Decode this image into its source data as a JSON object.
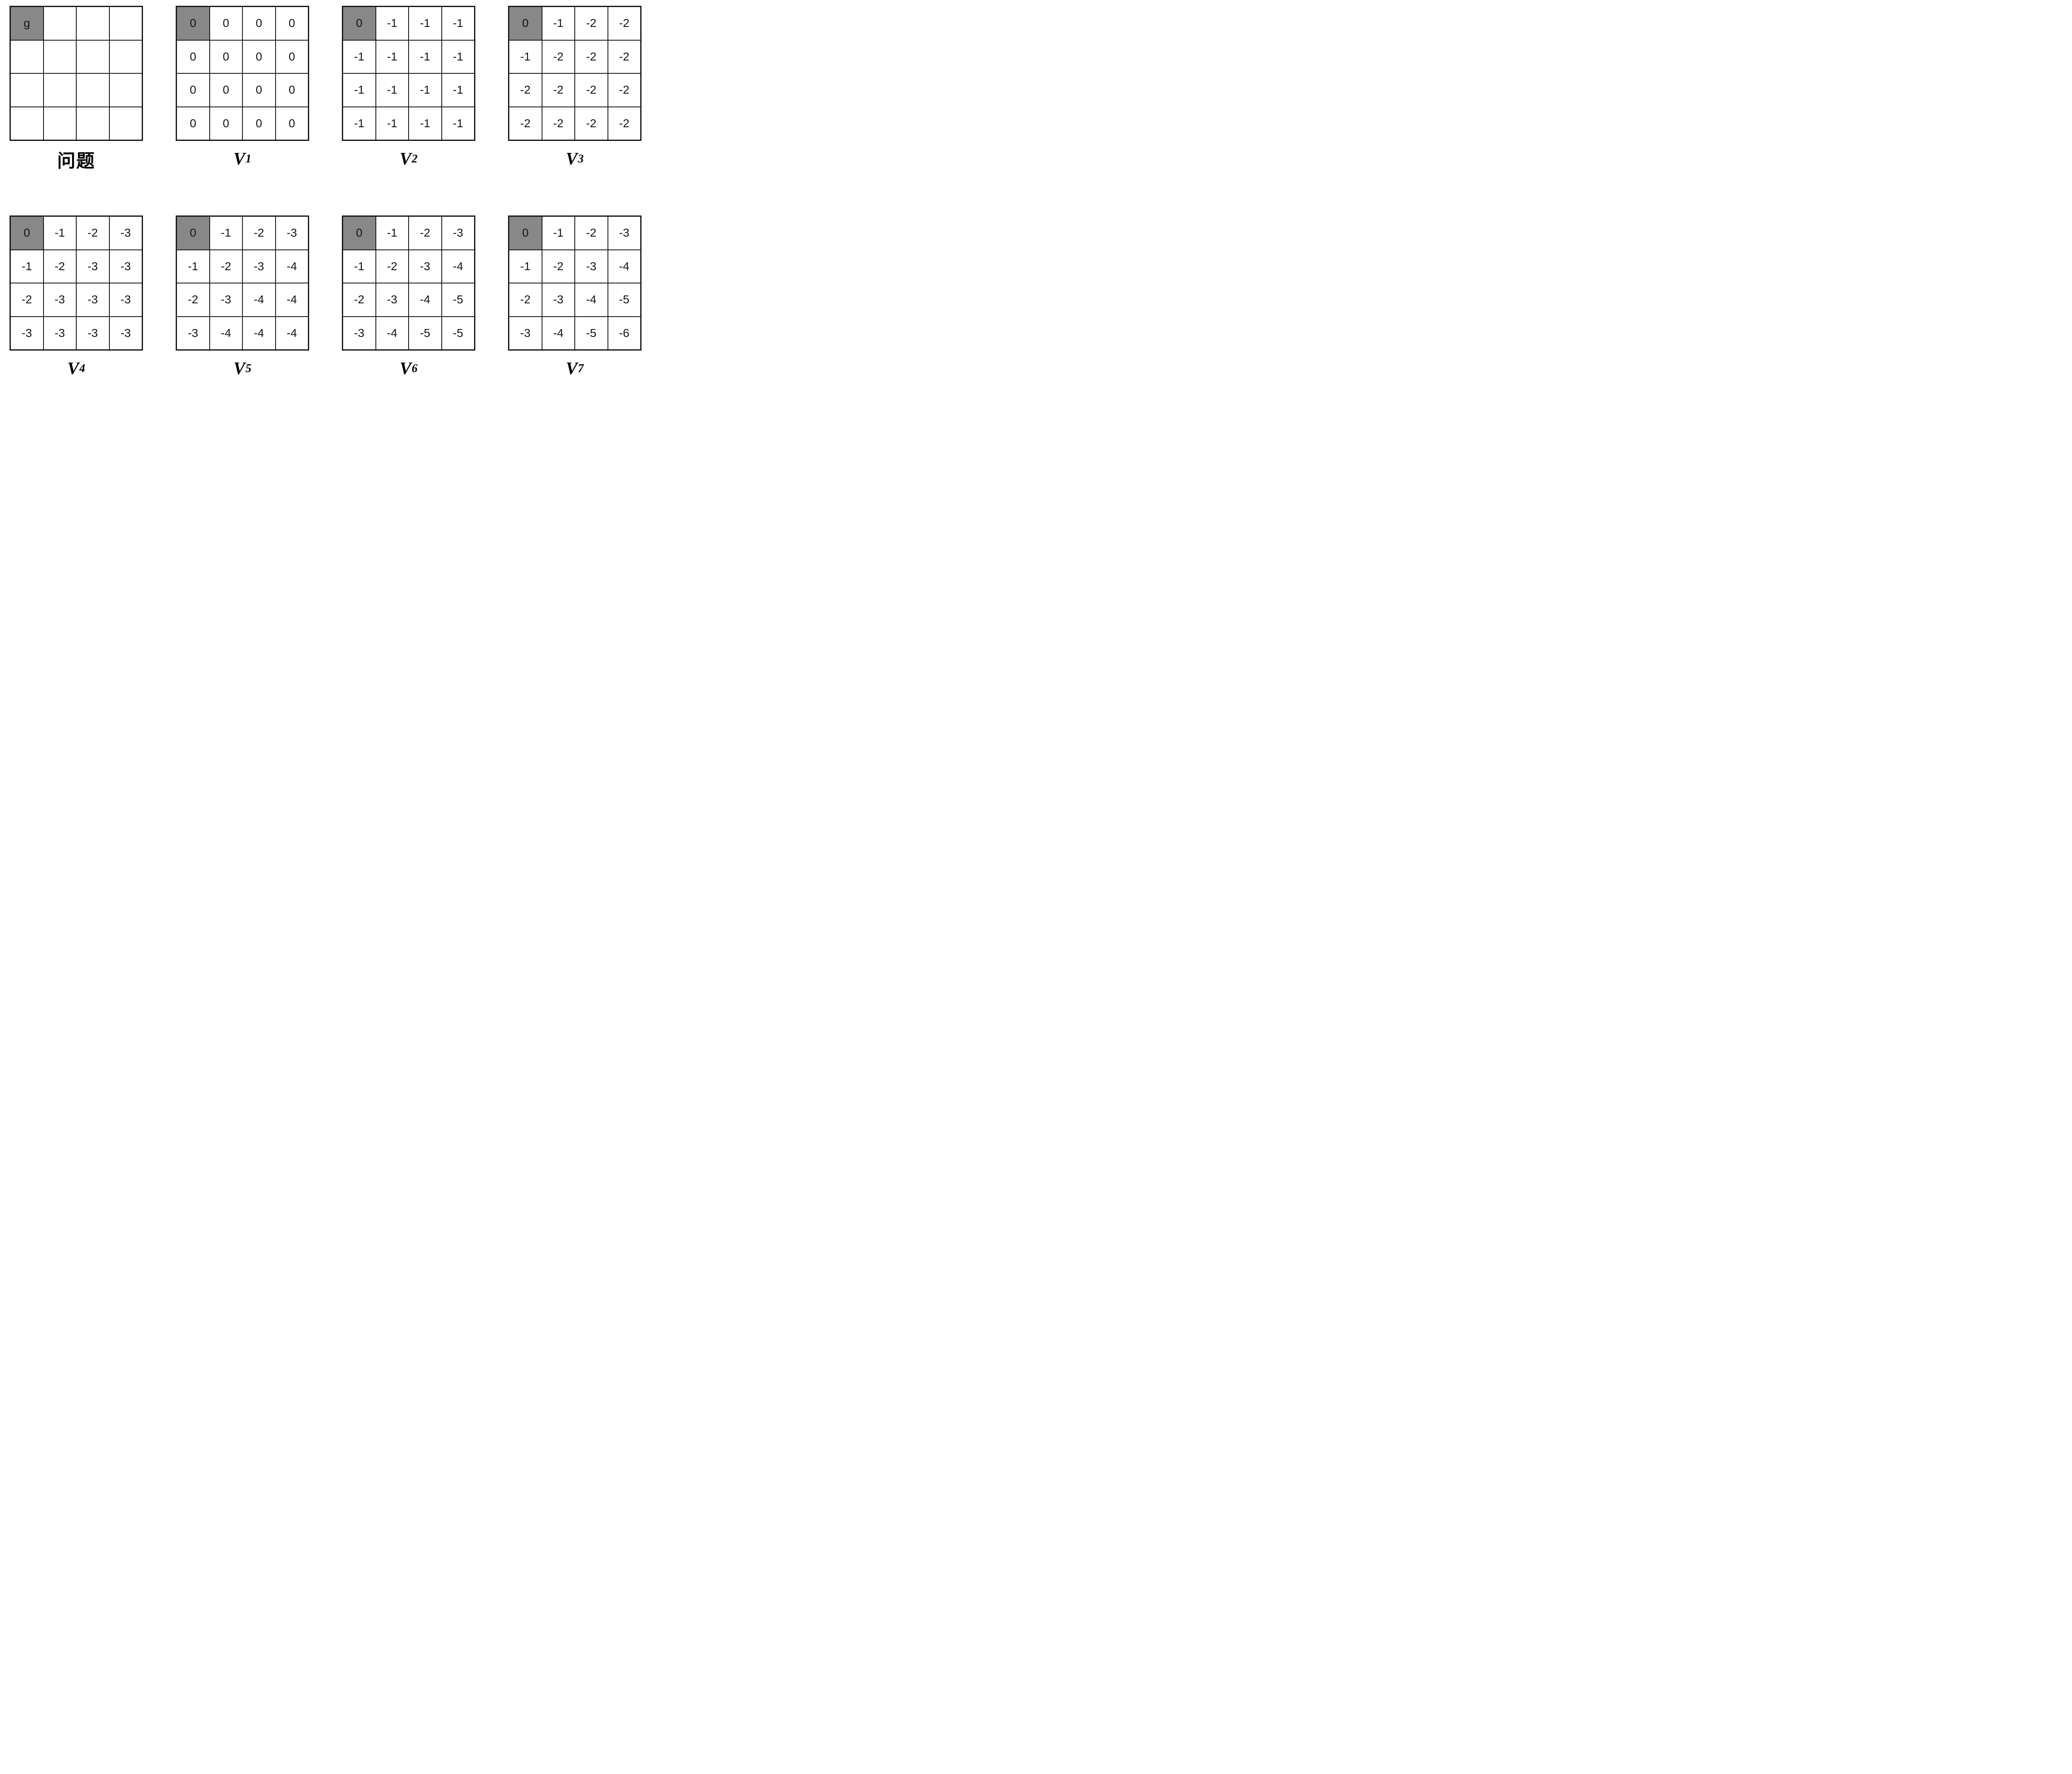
{
  "figure": {
    "description": "Gridworld value-iteration figure: problem grid with goal cell g, followed by value tables V1 through V7",
    "grid_rows": 4,
    "grid_cols": 4
  },
  "colors": {
    "page_bg": "#ffffff",
    "cell_bg": "#ffffff",
    "goal_cell_bg": "#888888",
    "grid_line": "#141414",
    "text": "#141414"
  },
  "panels": [
    {
      "id": "problem",
      "label": "问题",
      "goal_cell": [
        0,
        0
      ],
      "cells": [
        [
          "g",
          "",
          "",
          ""
        ],
        [
          "",
          "",
          "",
          ""
        ],
        [
          "",
          "",
          "",
          ""
        ],
        [
          "",
          "",
          "",
          ""
        ]
      ]
    },
    {
      "id": "V1",
      "label_base": "V",
      "label_sub": "1",
      "goal_cell": [
        0,
        0
      ],
      "cells": [
        [
          "0",
          "0",
          "0",
          "0"
        ],
        [
          "0",
          "0",
          "0",
          "0"
        ],
        [
          "0",
          "0",
          "0",
          "0"
        ],
        [
          "0",
          "0",
          "0",
          "0"
        ]
      ]
    },
    {
      "id": "V2",
      "label_base": "V",
      "label_sub": "2",
      "goal_cell": [
        0,
        0
      ],
      "cells": [
        [
          "0",
          "-1",
          "-1",
          "-1"
        ],
        [
          "-1",
          "-1",
          "-1",
          "-1"
        ],
        [
          "-1",
          "-1",
          "-1",
          "-1"
        ],
        [
          "-1",
          "-1",
          "-1",
          "-1"
        ]
      ]
    },
    {
      "id": "V3",
      "label_base": "V",
      "label_sub": "3",
      "goal_cell": [
        0,
        0
      ],
      "cells": [
        [
          "0",
          "-1",
          "-2",
          "-2"
        ],
        [
          "-1",
          "-2",
          "-2",
          "-2"
        ],
        [
          "-2",
          "-2",
          "-2",
          "-2"
        ],
        [
          "-2",
          "-2",
          "-2",
          "-2"
        ]
      ]
    },
    {
      "id": "V4",
      "label_base": "V",
      "label_sub": "4",
      "goal_cell": [
        0,
        0
      ],
      "cells": [
        [
          "0",
          "-1",
          "-2",
          "-3"
        ],
        [
          "-1",
          "-2",
          "-3",
          "-3"
        ],
        [
          "-2",
          "-3",
          "-3",
          "-3"
        ],
        [
          "-3",
          "-3",
          "-3",
          "-3"
        ]
      ]
    },
    {
      "id": "V5",
      "label_base": "V",
      "label_sub": "5",
      "goal_cell": [
        0,
        0
      ],
      "cells": [
        [
          "0",
          "-1",
          "-2",
          "-3"
        ],
        [
          "-1",
          "-2",
          "-3",
          "-4"
        ],
        [
          "-2",
          "-3",
          "-4",
          "-4"
        ],
        [
          "-3",
          "-4",
          "-4",
          "-4"
        ]
      ]
    },
    {
      "id": "V6",
      "label_base": "V",
      "label_sub": "6",
      "goal_cell": [
        0,
        0
      ],
      "cells": [
        [
          "0",
          "-1",
          "-2",
          "-3"
        ],
        [
          "-1",
          "-2",
          "-3",
          "-4"
        ],
        [
          "-2",
          "-3",
          "-4",
          "-5"
        ],
        [
          "-3",
          "-4",
          "-5",
          "-5"
        ]
      ]
    },
    {
      "id": "V7",
      "label_base": "V",
      "label_sub": "7",
      "goal_cell": [
        0,
        0
      ],
      "cells": [
        [
          "0",
          "-1",
          "-2",
          "-3"
        ],
        [
          "-1",
          "-2",
          "-3",
          "-4"
        ],
        [
          "-2",
          "-3",
          "-4",
          "-5"
        ],
        [
          "-3",
          "-4",
          "-5",
          "-6"
        ]
      ]
    }
  ]
}
